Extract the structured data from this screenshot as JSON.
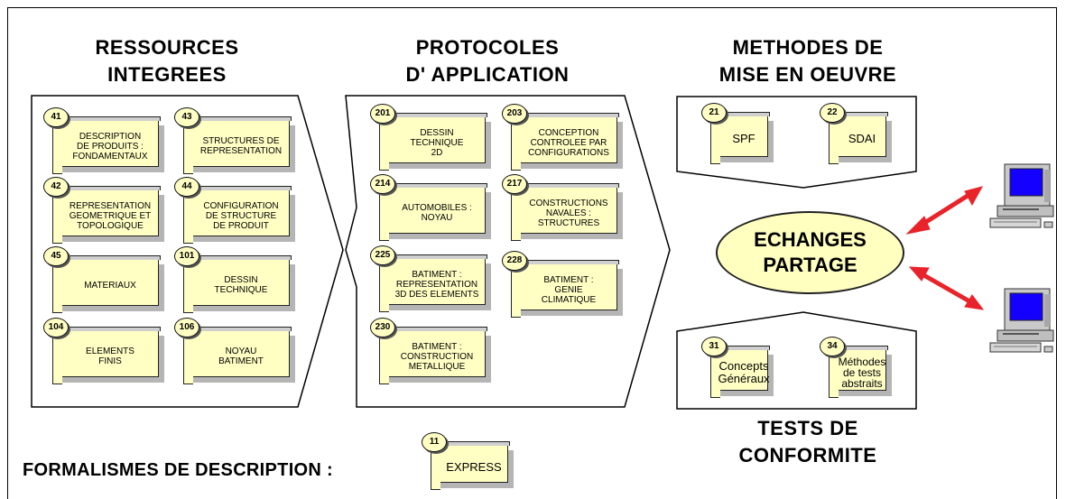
{
  "headings": {
    "ressources": [
      "RESSOURCES",
      "INTEGREES"
    ],
    "protocoles": [
      "PROTOCOLES",
      "D' APPLICATION"
    ],
    "methodes": [
      "METHODES DE",
      "MISE EN OEUVRE"
    ],
    "tests": [
      "TESTS DE",
      "CONFORMITE"
    ]
  },
  "center": [
    "ECHANGES",
    "PARTAGE"
  ],
  "formalismes_label": "FORMALISMES DE DESCRIPTION :",
  "cards": {
    "ressources": [
      {
        "num": "41",
        "text": "DESCRIPTION\nDE PRODUITS :\nFONDAMENTAUX"
      },
      {
        "num": "43",
        "text": "STRUCTURES DE\nREPRESENTATION"
      },
      {
        "num": "42",
        "text": "REPRESENTATION\nGEOMETRIQUE ET\nTOPOLOGIQUE"
      },
      {
        "num": "44",
        "text": "CONFIGURATION\nDE STRUCTURE\nDE PRODUIT"
      },
      {
        "num": "45",
        "text": "MATERIAUX"
      },
      {
        "num": "101",
        "text": "DESSIN\nTECHNIQUE"
      },
      {
        "num": "104",
        "text": "ELEMENTS\nFINIS"
      },
      {
        "num": "106",
        "text": "NOYAU\nBATIMENT"
      }
    ],
    "protocoles": [
      {
        "num": "201",
        "text": "DESSIN\nTECHNIQUE\n2D"
      },
      {
        "num": "203",
        "text": "CONCEPTION\nCONTROLEE PAR\nCONFIGURATIONS"
      },
      {
        "num": "214",
        "text": "AUTOMOBILES :\nNOYAU"
      },
      {
        "num": "217",
        "text": "CONSTRUCTIONS\nNAVALES :\nSTRUCTURES"
      },
      {
        "num": "225",
        "text": "BATIMENT :\nREPRESENTATION\n3D DES ELEMENTS"
      },
      {
        "num": "228",
        "text": "BATIMENT :\nGENIE\nCLIMATIQUE"
      },
      {
        "num": "230",
        "text": "BATIMENT :\nCONSTRUCTION\nMETALLIQUE"
      }
    ],
    "methodes": [
      {
        "num": "21",
        "text": "SPF"
      },
      {
        "num": "22",
        "text": "SDAI"
      }
    ],
    "tests": [
      {
        "num": "31",
        "text": "Concepts\nGénéraux"
      },
      {
        "num": "34",
        "text": "Méthodes\nde tests\nabstraits"
      }
    ],
    "express": {
      "num": "11",
      "text": "EXPRESS"
    }
  },
  "colors": {
    "card_fill": "#ffffc4",
    "card_top": "#cfcfcf",
    "arrow": "#e8232a",
    "screen": "#1400ff"
  },
  "icons": [
    "computer-icon",
    "computer-icon",
    "double-arrow-icon",
    "double-arrow-icon"
  ]
}
